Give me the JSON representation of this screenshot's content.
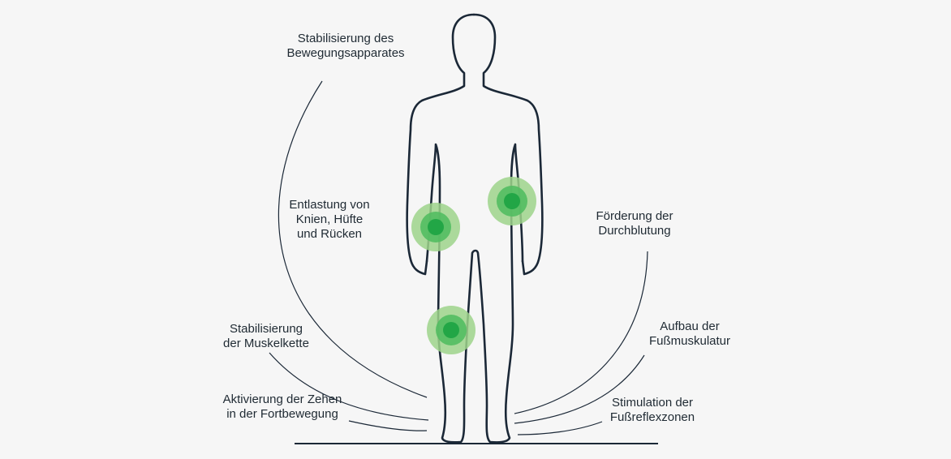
{
  "colors": {
    "background": "#f6f6f6",
    "outline": "#1b2837",
    "text": "#1f2a33",
    "highlight_outer": "#9ed38b",
    "highlight_mid": "#52bc62",
    "highlight_inner": "#22a646"
  },
  "labels": [
    {
      "id": "stabilisierung-bewegungsapparat",
      "lines": [
        "Stabilisierung des",
        "Bewegungsapparates"
      ]
    },
    {
      "id": "entlastung",
      "lines": [
        "Entlastung von",
        "Knien, Hüfte",
        "und Rücken"
      ]
    },
    {
      "id": "stabilisierung-muskelkette",
      "lines": [
        "Stabilisierung",
        "der Muskelkette"
      ]
    },
    {
      "id": "aktivierung-zehen",
      "lines": [
        "Aktivierung der Zehen",
        "in der Fortbewegung"
      ]
    },
    {
      "id": "foerderung-durchblutung",
      "lines": [
        "Förderung der",
        "Durchblutung"
      ]
    },
    {
      "id": "aufbau-fussmuskulatur",
      "lines": [
        "Aufbau der",
        "Fußmuskulatur"
      ]
    },
    {
      "id": "stimulation-fussreflexzonen",
      "lines": [
        "Stimulation der",
        "Fußreflexzonen"
      ]
    }
  ]
}
